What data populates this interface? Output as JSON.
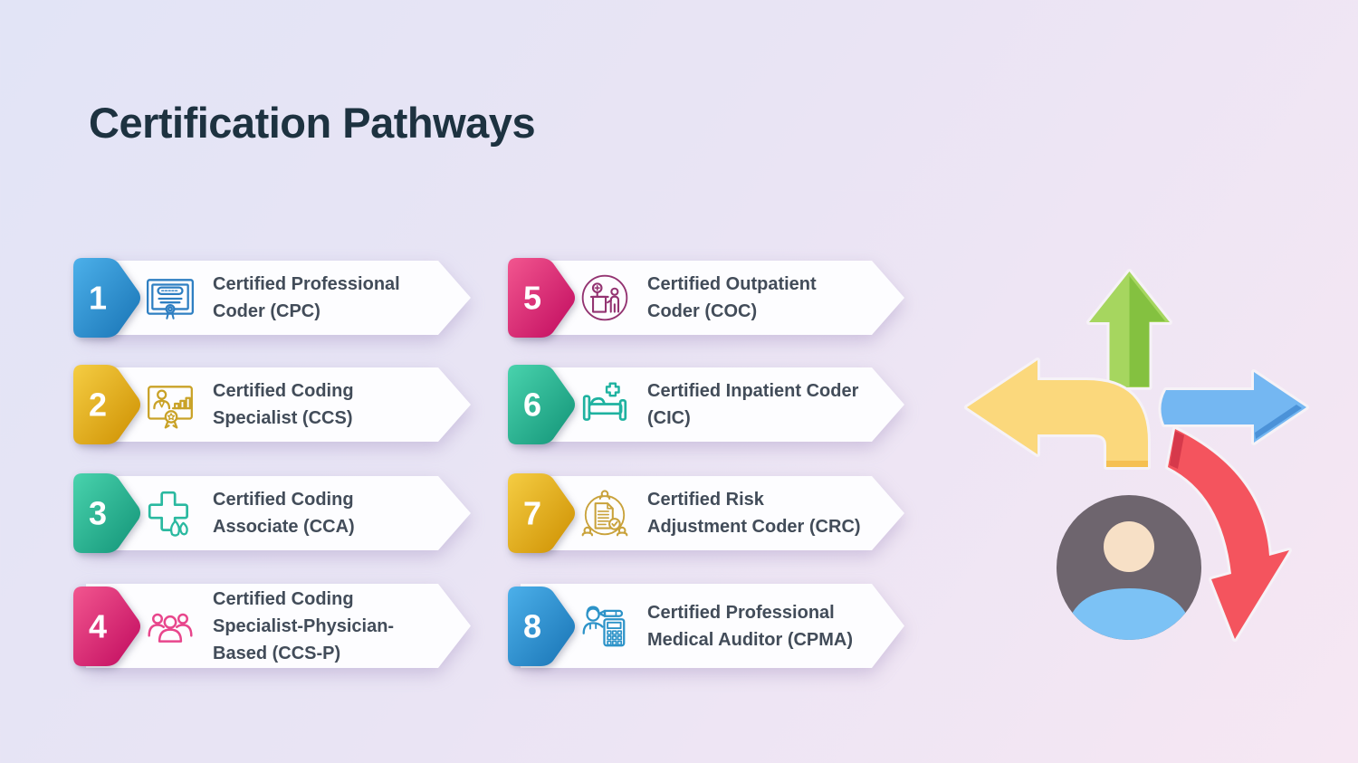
{
  "title": "Certification Pathways",
  "items": [
    {
      "number": "1",
      "label": [
        "Certified Professional",
        "Coder (CPC)"
      ],
      "icon": "certificate-icon",
      "badge_colors": [
        "#4cb0ea",
        "#1873b4"
      ],
      "icon_color": "#2e7fc2"
    },
    {
      "number": "2",
      "label": [
        "Certified Coding",
        "Specialist (CCS)"
      ],
      "icon": "specialist-board-medal-icon",
      "badge_colors": [
        "#f5cd43",
        "#cd8f00"
      ],
      "icon_color": "#c9a227"
    },
    {
      "number": "3",
      "label": [
        "Certified Coding",
        "Associate (CCA)"
      ],
      "icon": "medical-cross-leaves-icon",
      "badge_colors": [
        "#49d3ad",
        "#129377"
      ],
      "icon_color": "#2ab9a0"
    },
    {
      "number": "4",
      "label": [
        "Certified Coding",
        "Specialist-Physician-",
        "Based (CCS-P)"
      ],
      "icon": "people-group-icon",
      "badge_colors": [
        "#f2568f",
        "#c00a5e"
      ],
      "icon_color": "#e8468c"
    },
    {
      "number": "5",
      "label": [
        "Certified Outpatient",
        "Coder (COC)"
      ],
      "icon": "outpatient-clinic-icon",
      "badge_colors": [
        "#f2568f",
        "#c00a5e"
      ],
      "icon_color": "#933371"
    },
    {
      "number": "6",
      "label": [
        "Certified Inpatient Coder",
        "(CIC)"
      ],
      "icon": "hospital-bed-icon",
      "badge_colors": [
        "#49d3ad",
        "#129377"
      ],
      "icon_color": "#1fb2a0"
    },
    {
      "number": "7",
      "label": [
        "Certified Risk",
        "Adjustment Coder (CRC)"
      ],
      "icon": "risk-document-icon",
      "badge_colors": [
        "#f5cd43",
        "#cd8f00"
      ],
      "icon_color": "#c9a23b"
    },
    {
      "number": "8",
      "label": [
        "Certified Professional",
        "Medical Auditor (CPMA)"
      ],
      "icon": "auditor-calculator-icon",
      "badge_colors": [
        "#4cb0ea",
        "#1873b4"
      ],
      "icon_color": "#2d93c8"
    }
  ],
  "illustration": {
    "arrow_colors": {
      "up": "#a6d65f",
      "left": "#fbd87c",
      "right": "#74b7f2",
      "down_curved": "#f4545e"
    },
    "person_colors": {
      "circle": "#6e656e",
      "face": "#f7e0c6",
      "body": "#7cc2f5"
    }
  },
  "theme": {
    "background_start": "#e2e4f6",
    "background_end": "#f6e7f3",
    "title_color": "#1d3240",
    "row_background": "#fdfdff",
    "label_color": "#424c59"
  }
}
